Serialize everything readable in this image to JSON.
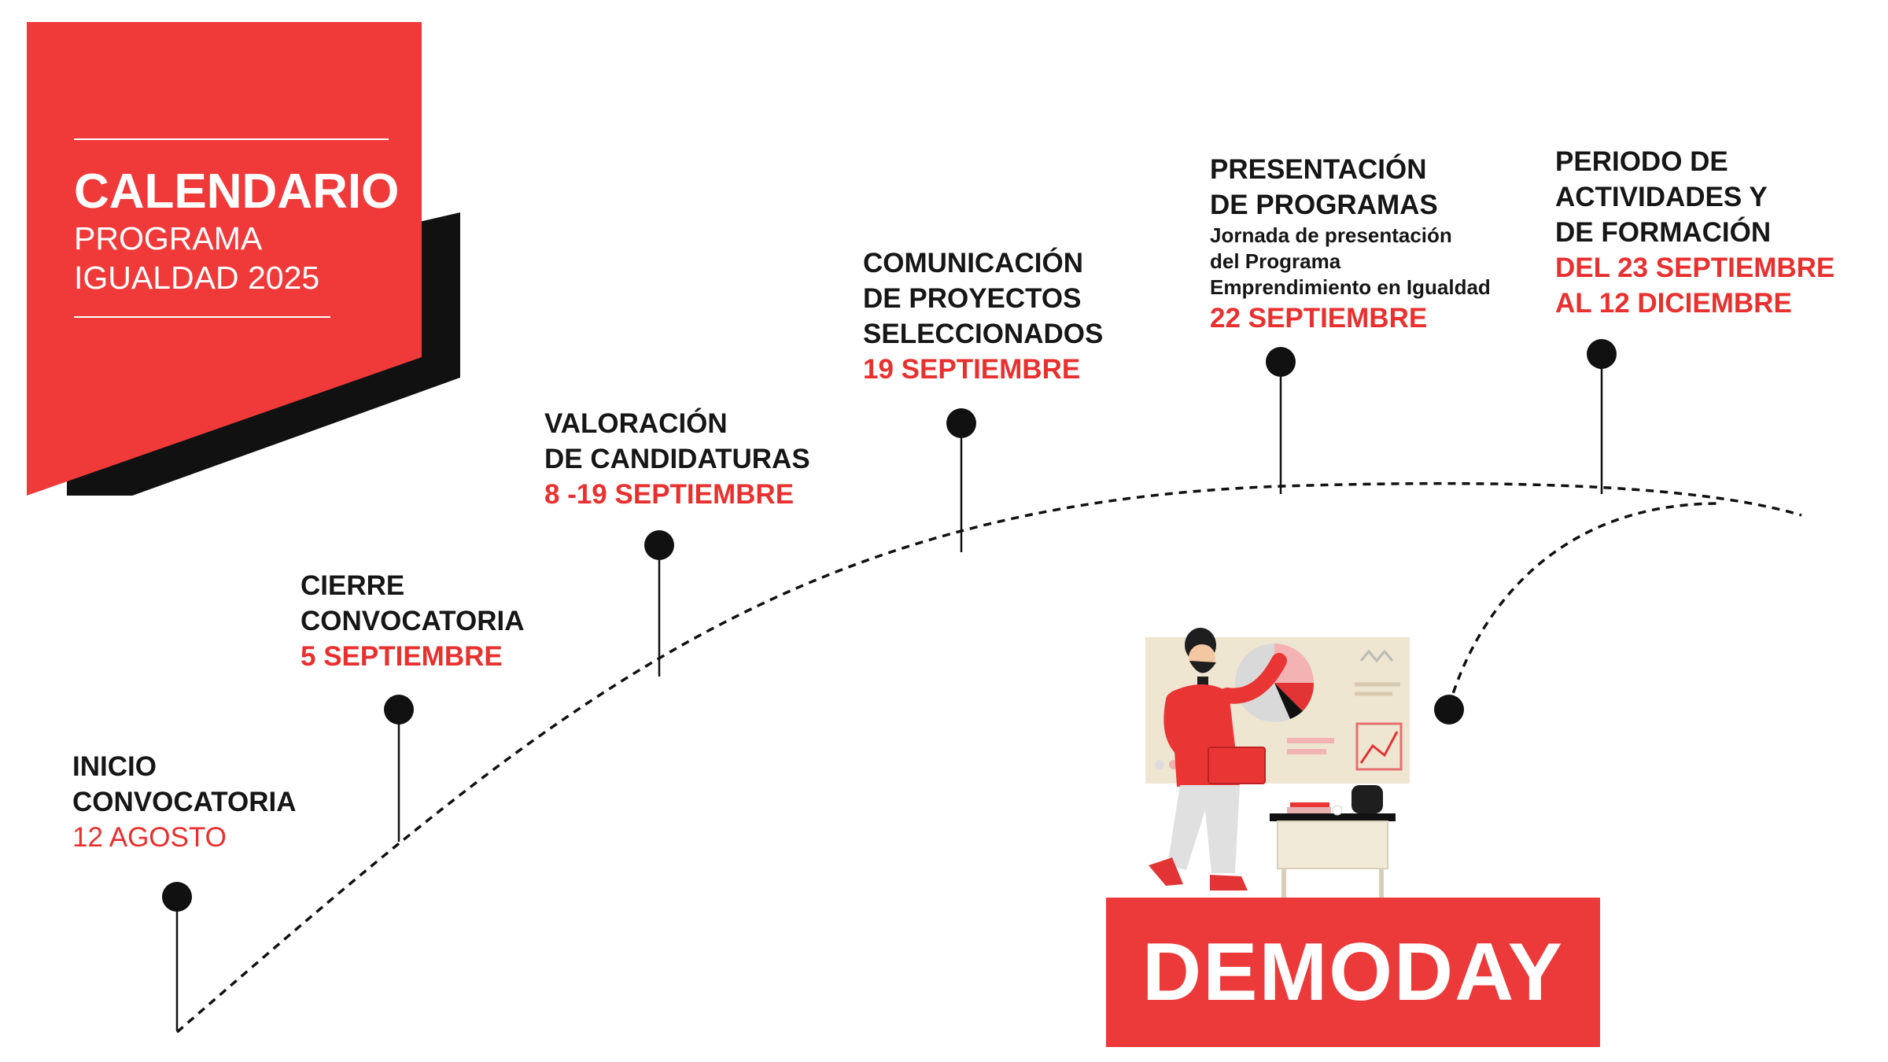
{
  "header": {
    "title": "CALENDARIO",
    "subtitle_line1": "PROGRAMA",
    "subtitle_line2": "IGUALDAD 2025"
  },
  "milestones": [
    {
      "title_lines": [
        "INICIO",
        "CONVOCATORIA"
      ],
      "date_lines": [
        "12 AGOSTO"
      ]
    },
    {
      "title_lines": [
        "CIERRE",
        "CONVOCATORIA"
      ],
      "date_lines": [
        "5  SEPTIEMBRE"
      ]
    },
    {
      "title_lines": [
        "VALORACIÓN",
        "DE CANDIDATURAS"
      ],
      "date_lines": [
        "8 -19  SEPTIEMBRE"
      ]
    },
    {
      "title_lines": [
        "COMUNICACIÓN",
        "DE PROYECTOS",
        "SELECCIONADOS"
      ],
      "date_lines": [
        "19 SEPTIEMBRE"
      ]
    },
    {
      "title_lines": [
        "PRESENTACIÓN",
        "DE PROGRAMAS"
      ],
      "description_lines": [
        "Jornada de presentación",
        "del Programa",
        "Emprendimiento en Igualdad"
      ],
      "date_lines": [
        "22 SEPTIEMBRE"
      ]
    },
    {
      "title_lines": [
        "PERIODO DE",
        "ACTIVIDADES Y",
        "DE FORMACIÓN"
      ],
      "date_lines": [
        "DEL 23  SEPTIEMBRE",
        "AL 12 DICIEMBRE"
      ]
    }
  ],
  "demoday": {
    "label": "DEMODAY"
  },
  "colors": {
    "accent": "#f03a3a",
    "dark": "#111111",
    "text": "#161616",
    "date": "#e8302f"
  },
  "icons": [
    "presenter-illustration"
  ]
}
